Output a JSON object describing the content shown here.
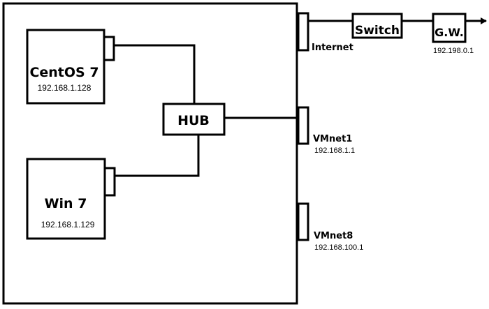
{
  "hosts": [
    {
      "name": "CentOS 7",
      "ip": "192.168.1.128"
    },
    {
      "name": "Win 7",
      "ip": "192.168.1.129"
    }
  ],
  "hub": {
    "label": "HUB"
  },
  "adapters": [
    {
      "name": "Internet",
      "ip": ""
    },
    {
      "name": "VMnet1",
      "ip": "192.168.1.1"
    },
    {
      "name": "VMnet8",
      "ip": "192.168.100.1"
    }
  ],
  "switch": {
    "label": "Switch"
  },
  "gateway": {
    "label": "G.W.",
    "ip": "192.198.0.1"
  }
}
